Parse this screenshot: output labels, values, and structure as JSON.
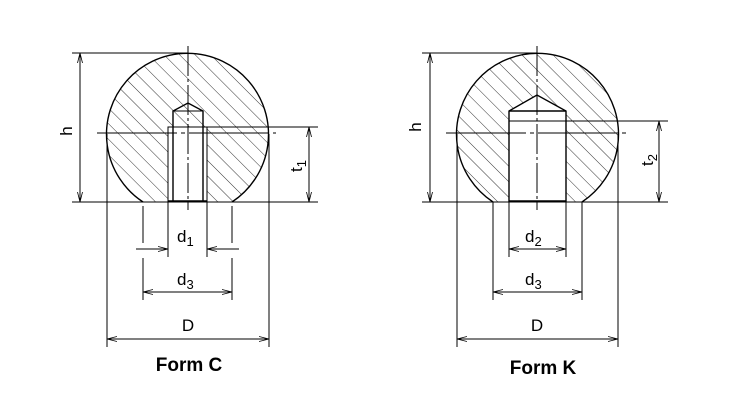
{
  "figures": [
    {
      "title": "Form C",
      "labels": {
        "h": "h",
        "t_base": "t",
        "t_sub": "1",
        "d_base": "d",
        "d_sub": "1",
        "d3_base": "d",
        "d3_sub": "3",
        "D": "D"
      }
    },
    {
      "title": "Form K",
      "labels": {
        "h": "h",
        "t_base": "t",
        "t_sub": "2",
        "d_base": "d",
        "d_sub": "2",
        "d3_base": "d",
        "d3_sub": "3",
        "D": "D"
      }
    }
  ]
}
